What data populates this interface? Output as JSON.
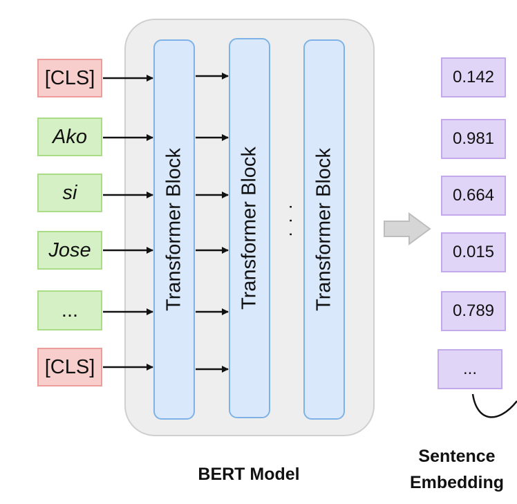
{
  "tokens": [
    {
      "text": "[CLS]",
      "kind": "cls"
    },
    {
      "text": "Ako",
      "kind": "word"
    },
    {
      "text": "si",
      "kind": "word"
    },
    {
      "text": "Jose",
      "kind": "word"
    },
    {
      "text": "...",
      "kind": "ellipsis"
    },
    {
      "text": "[CLS]",
      "kind": "cls"
    }
  ],
  "model": {
    "block_label": "Transformer Block",
    "ellipsis": "· · ·",
    "caption": "BERT Model"
  },
  "embedding": {
    "values": [
      "0.142",
      "0.981",
      "0.664",
      "0.015",
      "0.789",
      "..."
    ],
    "caption_line1": "Sentence",
    "caption_line2": "Embedding"
  },
  "colors": {
    "cls_fill": "#f8cecc",
    "word_fill": "#d5f0c4",
    "block_fill": "#dae8fc",
    "embedding_fill": "#e1d5f7",
    "model_fill": "#eeeeee"
  }
}
